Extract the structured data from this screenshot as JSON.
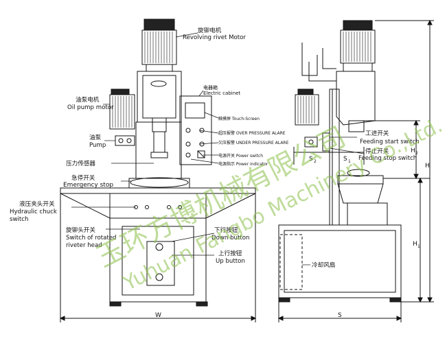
{
  "labels": {
    "motor_cn": "旋铆电机",
    "motor_en": "Revolving rivet  Motor",
    "cabinet_cn": "电器箱",
    "cabinet_en": "Electric cabinet",
    "oilmotor_cn": "油泵电机",
    "oilmotor_en": "Oil pump motor",
    "touch": "触摸屏 Touch-Screen",
    "overp": "超压报警 OVER PRESSURE ALARE",
    "underp": "欠压报警 UNDER PRESSURE ALARE",
    "pump_cn": "油泵",
    "pump_en": "Pump",
    "sensor": "压力传感器",
    "powersw": "电源开关 Power switch",
    "powerind": "电源指示 Power indicator",
    "estop_cn": "急停开关",
    "estop_en": "Emergency stop",
    "chuck_cn": "液压夹头开关",
    "chuck_en1": "Hydraulic chuck",
    "chuck_en2": "switch",
    "rot_cn": "旋铆头开关",
    "rot_en1": "Switch of rotated",
    "rot_en2": "riveter head",
    "down_cn": "下行按钮",
    "down_en": "Down button",
    "up_cn": "上行按钮",
    "up_en": "Up button",
    "feedstart_cn": "工进开关",
    "feedstart_en": "Feeding start switch",
    "feedstop_cn": "停止开关",
    "feedstop_en": "Feeding stop switch",
    "fan": "冷却风扇"
  },
  "dimensions": {
    "W": "W",
    "S": "S",
    "H": "H",
    "H1": "H",
    "H1_sub": "1",
    "H2": "H",
    "H2_sub": "2",
    "S1": "S",
    "S1_sub": "1",
    "S2": "S",
    "S2_sub": "2"
  },
  "watermark": {
    "cn": "玉环方博机械有限公司",
    "en": "Yuhuan Fangbo Machinery Co.,Ltd."
  }
}
